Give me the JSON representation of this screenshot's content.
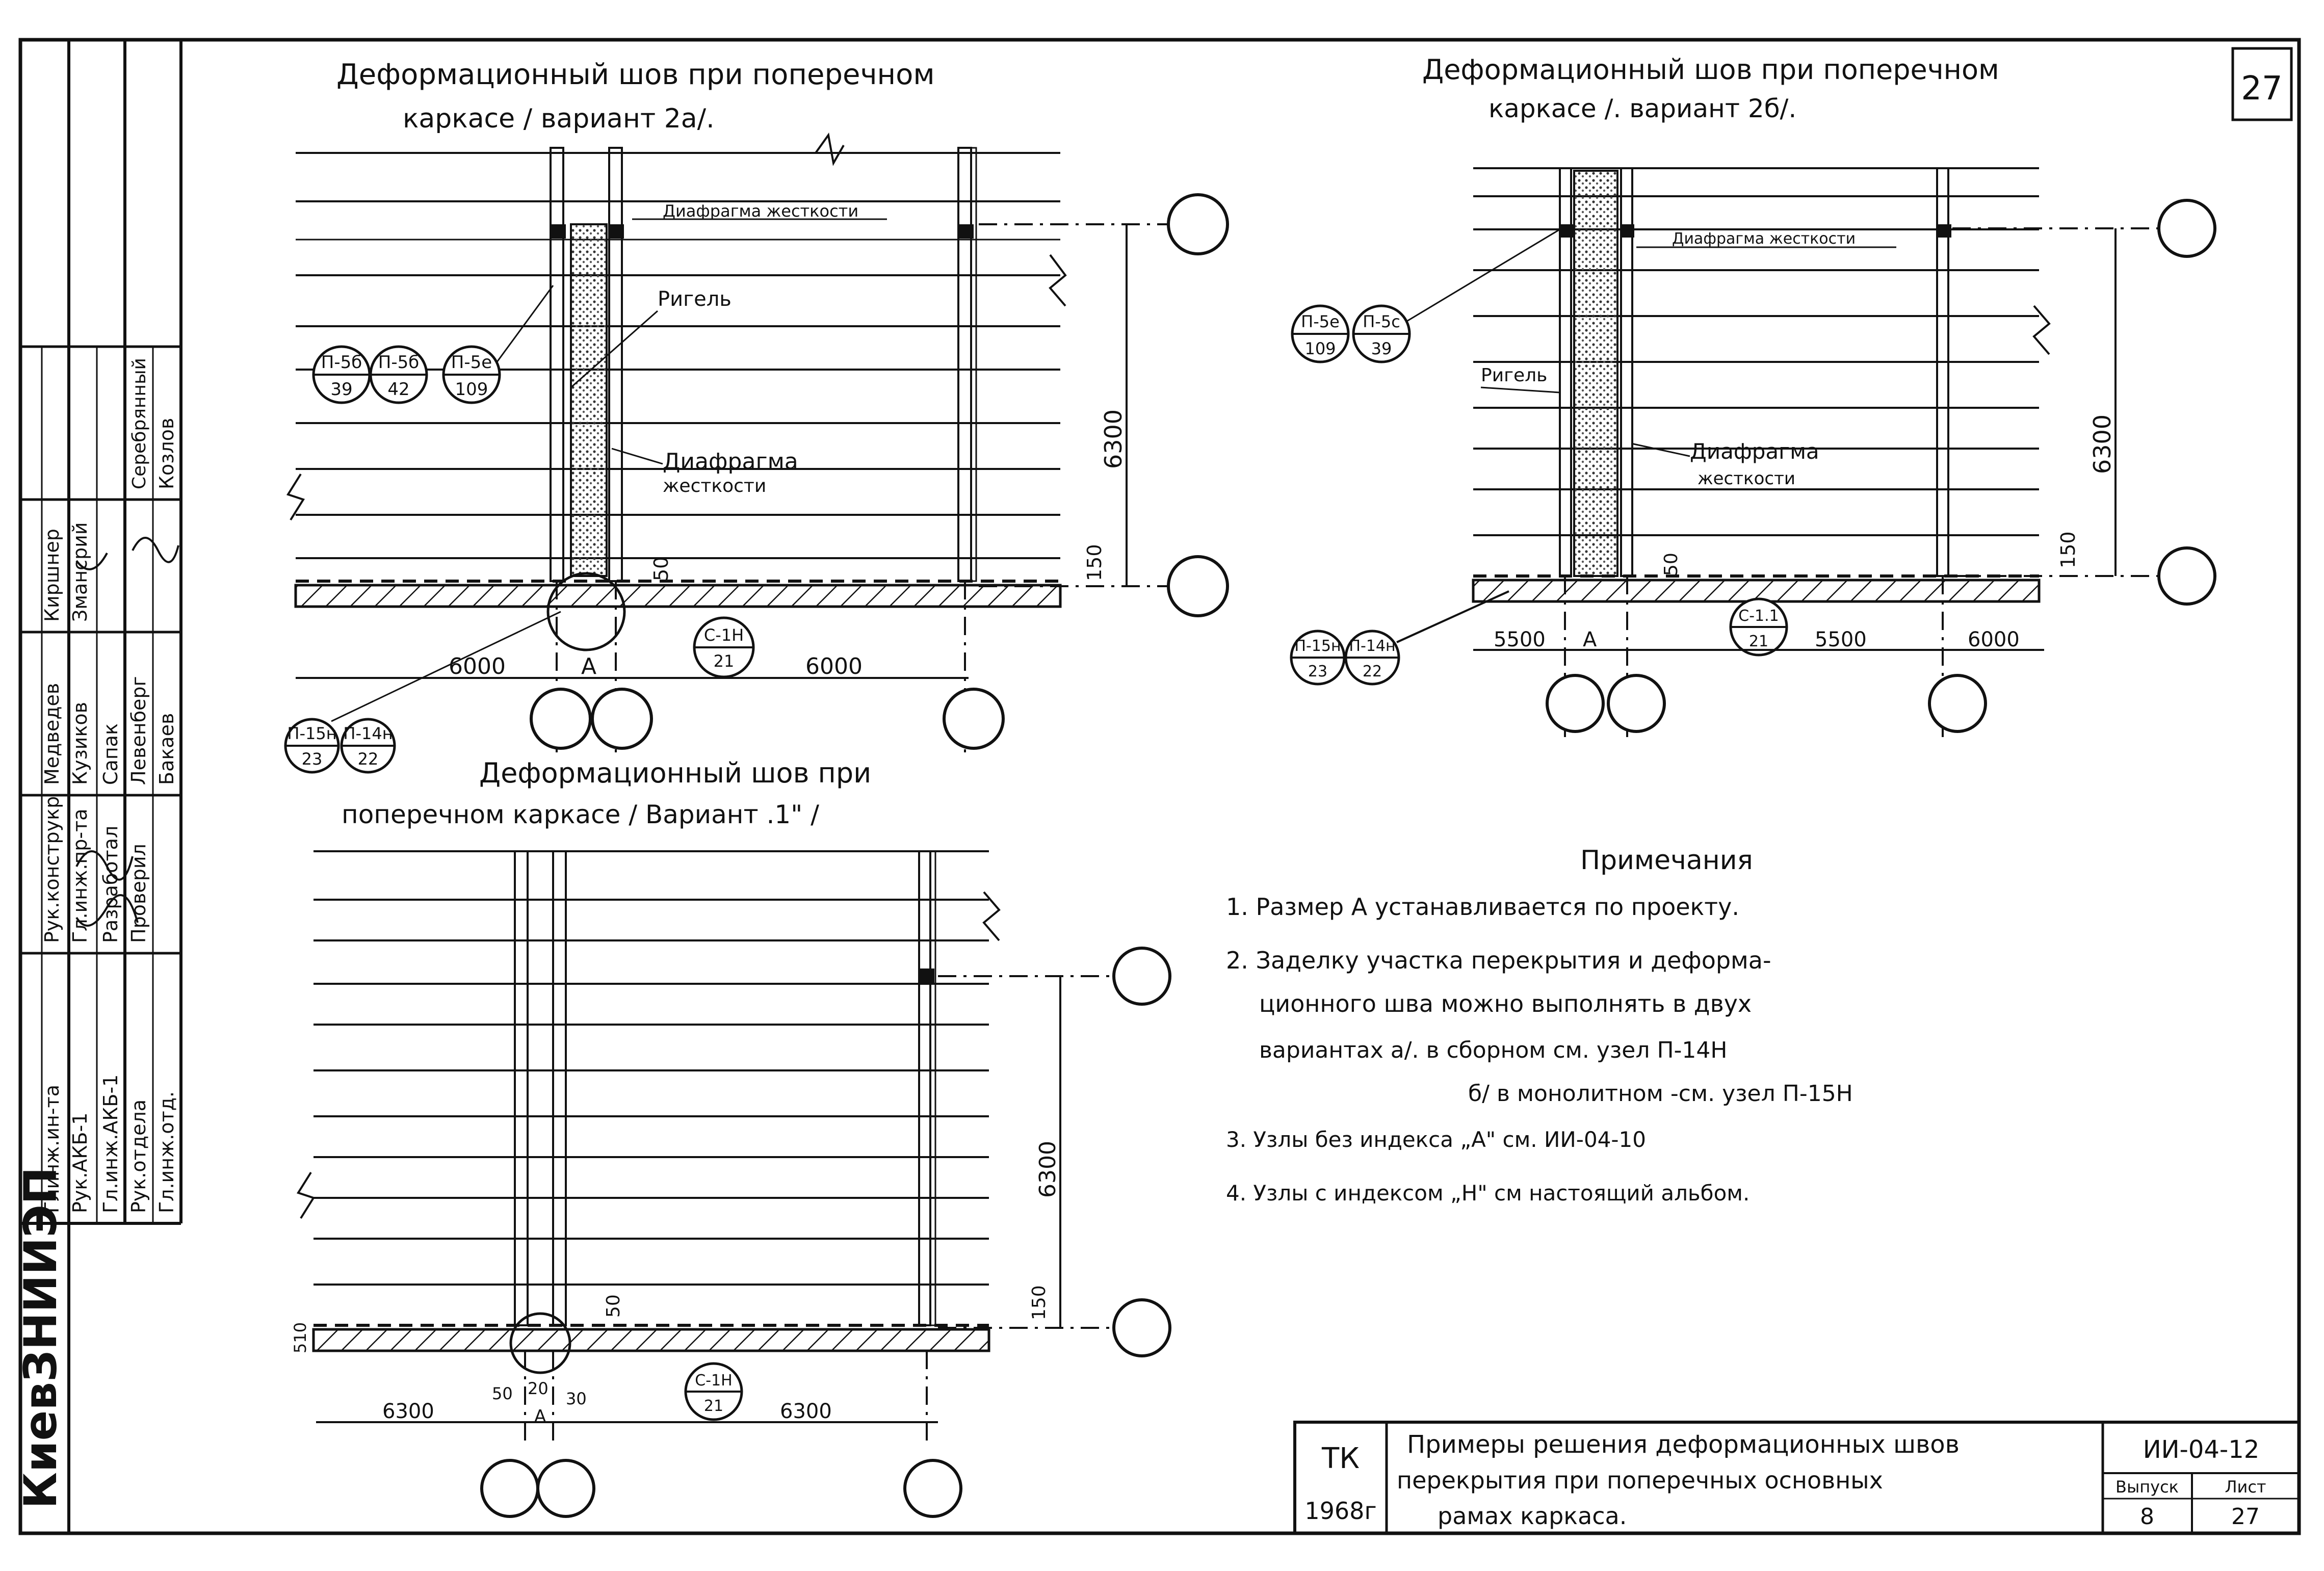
{
  "sheet_number": "27",
  "org_stamp": "КиевЗНИИЭП",
  "signature_table": {
    "roles": [
      "Глинж.ин-та",
      "Рук.АКБ-1",
      "Гл.инж.АКБ-1",
      "Рук.отдела",
      "Гл.инж.отд.",
      "Рук.конструкр",
      "Гл.инж.пр-та",
      "Разработал",
      "Проверил",
      "Киршнер",
      "Змансрий"
    ],
    "names": [
      "Медведев",
      "Кузиков",
      "Сапак",
      "Левенберг",
      "Бакаев",
      "Серебрянный",
      "Козлов"
    ]
  },
  "view_2a": {
    "title_line1": "Деформационный шов при поперечном",
    "title_line2": "каркасе   / вариант 2а/.",
    "label_diaphragm_top": "Диафрагма жесткости",
    "label_rigel": "Ригель",
    "label_diaphragm": "Диафрагма",
    "label_diaphragm_2": "жесткости",
    "tags": [
      {
        "top": "П-5б",
        "bottom": "39"
      },
      {
        "top": "П-5б",
        "bottom": "42"
      },
      {
        "top": "П-5е",
        "bottom": "109"
      }
    ],
    "bottom_tags": [
      {
        "top": "П-15н",
        "bottom": "23"
      },
      {
        "top": "П-14н",
        "bottom": "22"
      }
    ],
    "section_tag": {
      "top": "С-1Н",
      "bottom": "21"
    },
    "dim_height": "6300",
    "dim_150": "150",
    "dim_50": "50",
    "dim_left": "6000",
    "dim_right": "6000",
    "dim_a": "А"
  },
  "view_2b": {
    "title_line1": "Деформационный шов при поперечном",
    "title_line2": "каркасе   /. вариант 2б/.",
    "label_diaphragm_top": "Диафрагма жесткости",
    "label_rigel": "Ригель",
    "label_diaphragm": "Диафрагма",
    "label_diaphragm_2": "жесткости",
    "tags": [
      {
        "top": "П-5е",
        "bottom": "109"
      },
      {
        "top": "П-5с",
        "bottom": "39"
      }
    ],
    "bottom_tags": [
      {
        "top": "П-15н",
        "bottom": "23"
      },
      {
        "top": "П-14н",
        "bottom": "22"
      }
    ],
    "section_tag": {
      "top": "С-1.1",
      "bottom": "21"
    },
    "dim_height": "6300",
    "dim_150": "150",
    "dim_50": "50",
    "dim_left": "5500",
    "dim_mid": "5500",
    "dim_right": "6000",
    "dim_a": "А"
  },
  "view_1": {
    "title_line1": "Деформационный шов при",
    "title_line2": "поперечном каркасе / Вариант .1\" /",
    "section_tag": {
      "top": "С-1Н",
      "bottom": "21"
    },
    "dim_height": "6300",
    "dim_150": "150",
    "dim_50": "50",
    "dim_510": "510",
    "dim_left": "6300",
    "dim_right": "6300",
    "dim_small_left": "50",
    "dim_small_mid": "20",
    "dim_small_right": "30",
    "dim_a": "А"
  },
  "notes": {
    "title": "Примечания",
    "lines": [
      "1. Размер А устанавливается по проекту.",
      "2. Заделку участка перекрытия и деформа-",
      "ционного шва можно выполнять в двух",
      "вариантах   а/. в сборном   см. узел П-14Н",
      "б/ в монолитном -см. узел П-15Н",
      "3. Узлы без индекса „А\" см. ИИ-04-10",
      "4. Узлы с индексом „Н\" см настоящий альбом."
    ]
  },
  "title_block": {
    "code_tk": "ТК",
    "year": "1968г",
    "description_line1": "Примеры решения деформационных швов",
    "description_line2": "перекрытия при поперечных основных",
    "description_line3": "рамах каркаса.",
    "doc_code": "ИИ-04-12",
    "label_issue": "Выпуск",
    "issue": "8",
    "label_sheet": "Лист",
    "sheet": "27"
  }
}
